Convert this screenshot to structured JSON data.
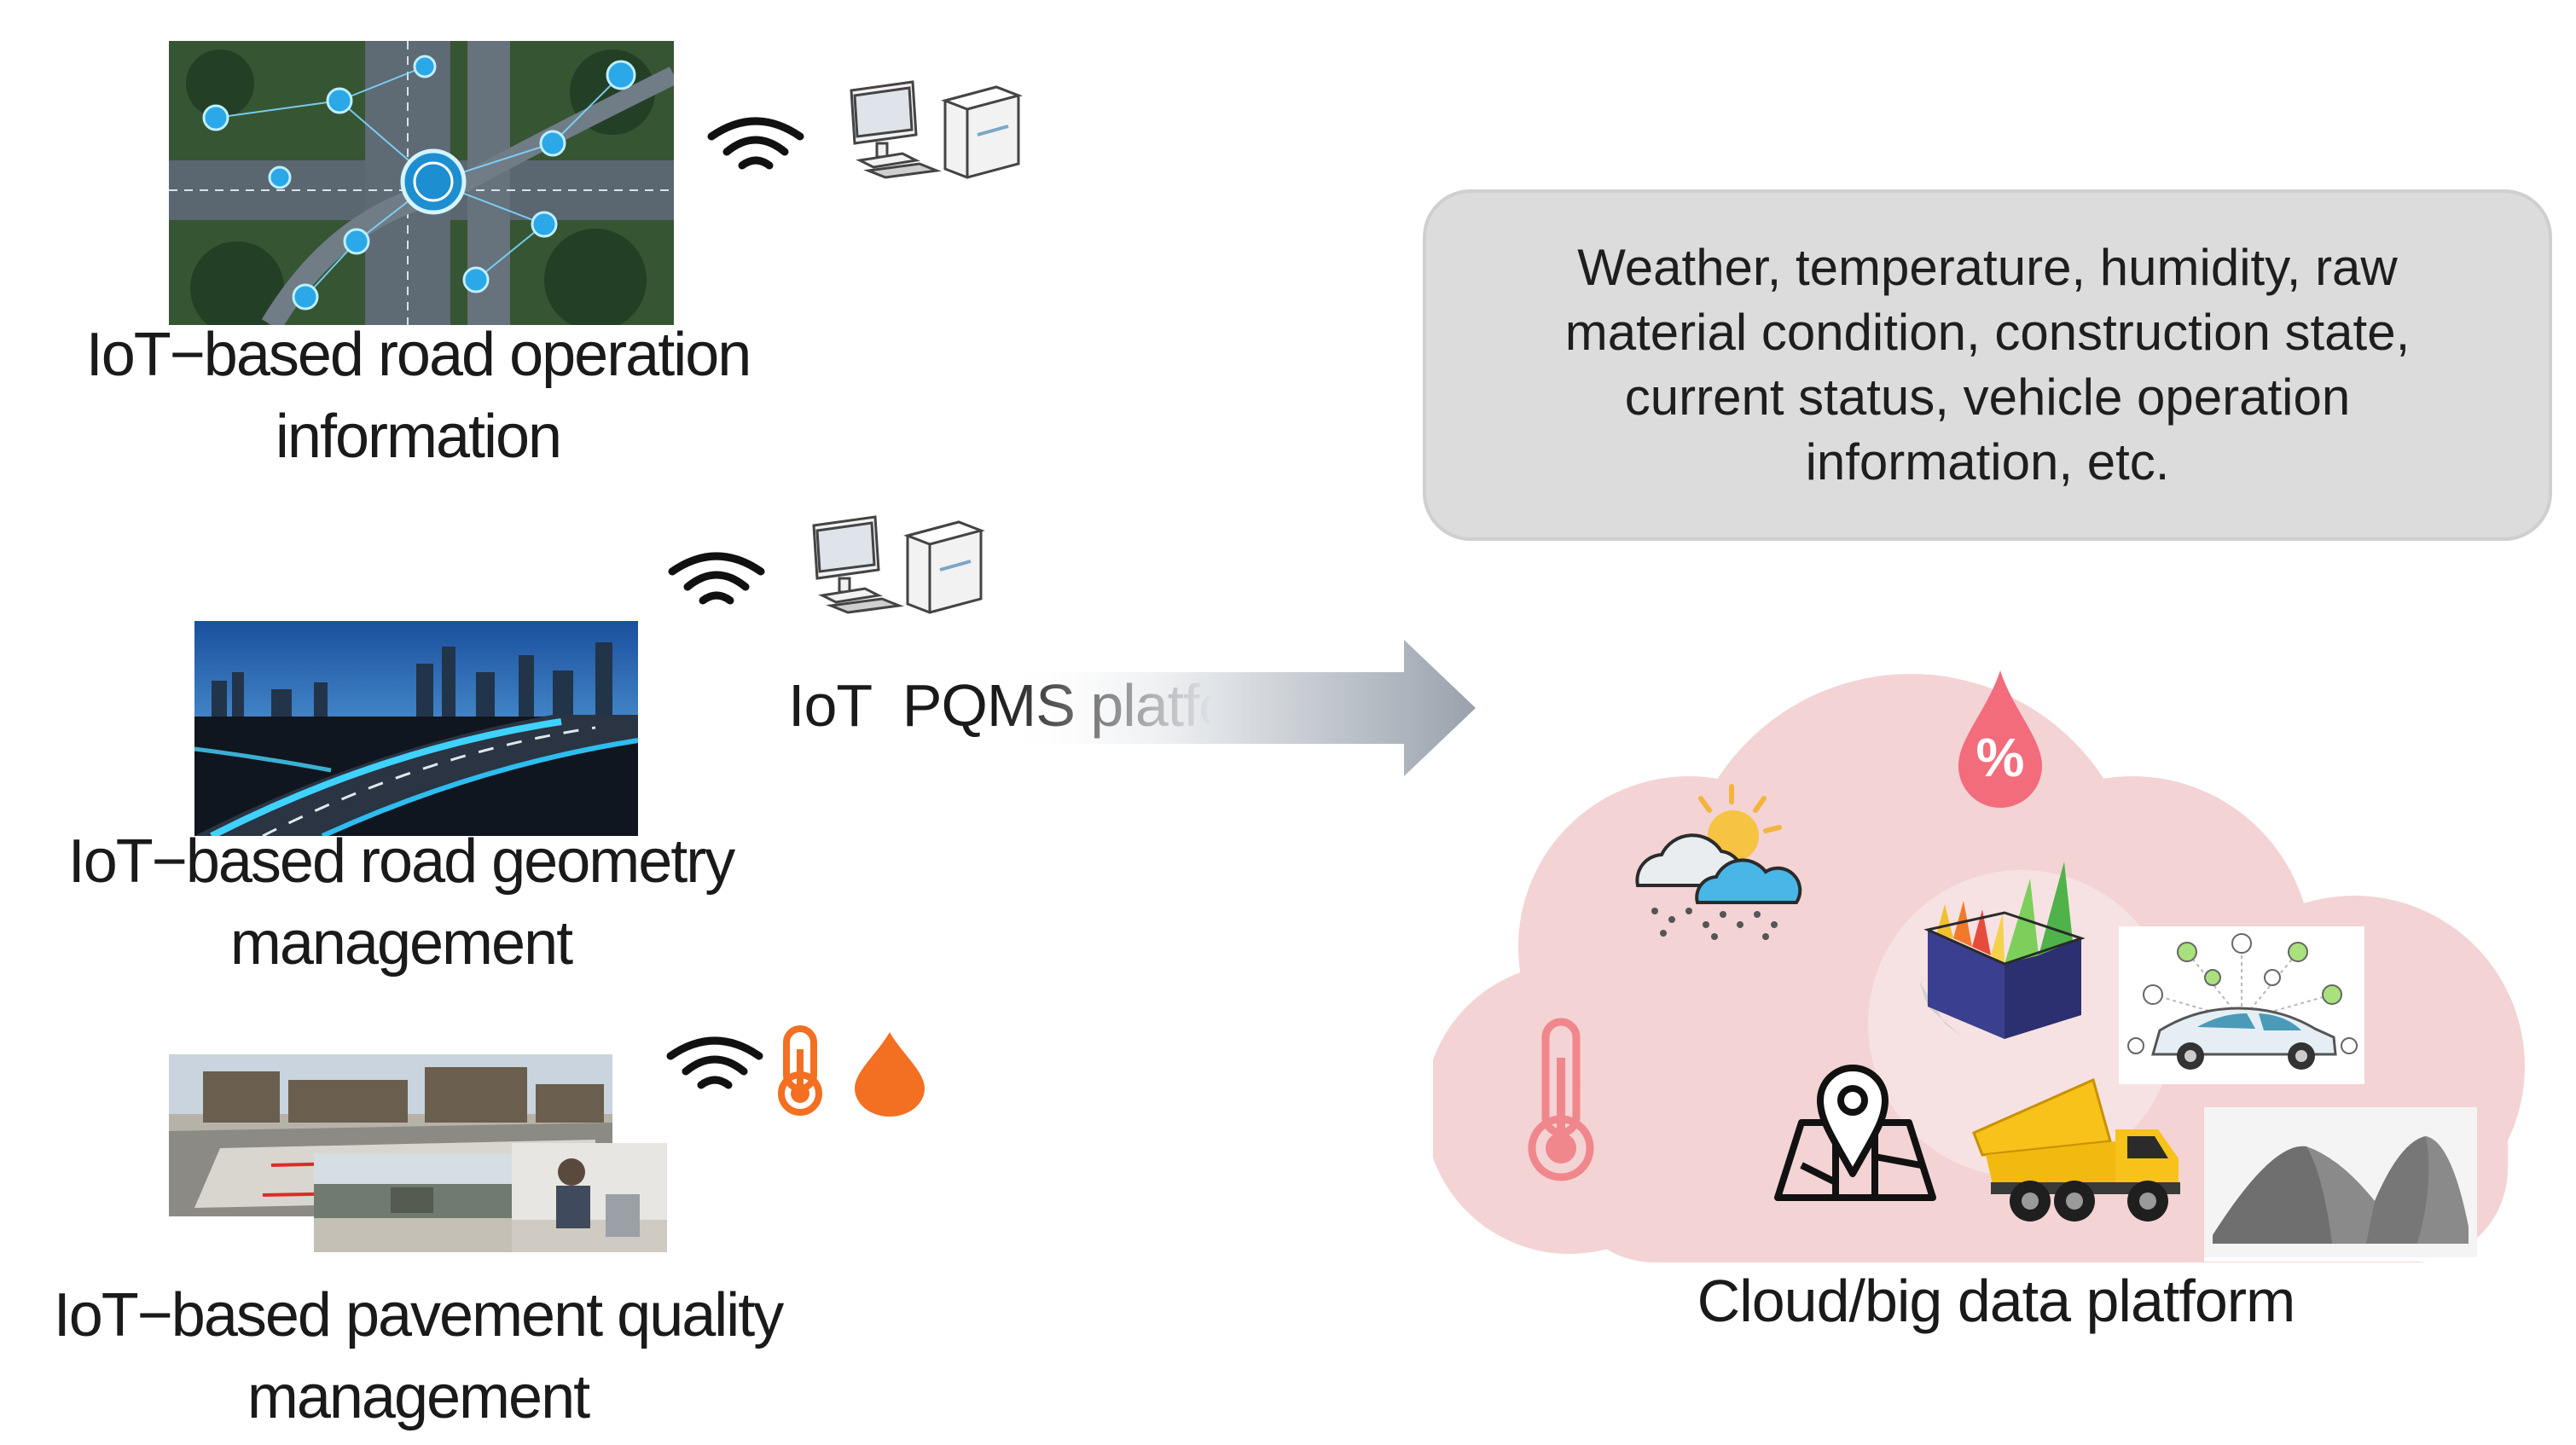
{
  "sources": [
    {
      "caption_line1": "IoT−based road operation",
      "caption_line2": "information"
    },
    {
      "caption_line1": "IoT−based road geometry",
      "caption_line2": "management"
    },
    {
      "caption_line1": "IoT−based pavement quality",
      "caption_line2": "management"
    }
  ],
  "middle": {
    "platform_label": "IoT  PQMS platform"
  },
  "info_box": {
    "text": "Weather, temperature, humidity, raw material condition, construction state, current status, vehicle operation information, etc."
  },
  "cloud": {
    "label": "Cloud/big data platform",
    "humidity_symbol": "%"
  },
  "colors": {
    "cloud_fill": "#f3d3d4",
    "accent_orange": "#f36f21",
    "thermo_pink": "#f0878c",
    "arrow_gray": "#9aa3ad"
  }
}
